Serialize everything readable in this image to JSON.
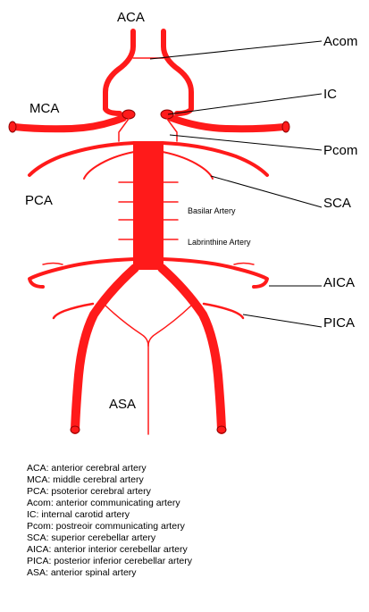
{
  "labels": {
    "aca": "ACA",
    "acom": "Acom",
    "mca": "MCA",
    "ic": "IC",
    "pcom": "Pcom",
    "pca": "PCA",
    "sca": "SCA",
    "basilar": "Basilar Artery",
    "labyrinthine": "Labrinthine Artery",
    "aica": "AICA",
    "pica": "PICA",
    "asa": "ASA"
  },
  "legend": [
    "ACA: anterior cerebral artery",
    "MCA: middle cerebral artery",
    "PCA: psoterior cerebral artery",
    "Acom: anterior communicating artery",
    "IC: internal carotid artery",
    "Pcom: postreoir communicating artery",
    "SCA: superior cerebellar artery",
    "AICA: anterior interior cerebellar artery",
    "PICA: posterior inferior cerebellar artery",
    "ASA: anterior spinal artery"
  ],
  "colors": {
    "artery": "#ff1a1a",
    "artery_outline": "#8b0000",
    "leader_line": "#000000",
    "background": "#ffffff"
  }
}
